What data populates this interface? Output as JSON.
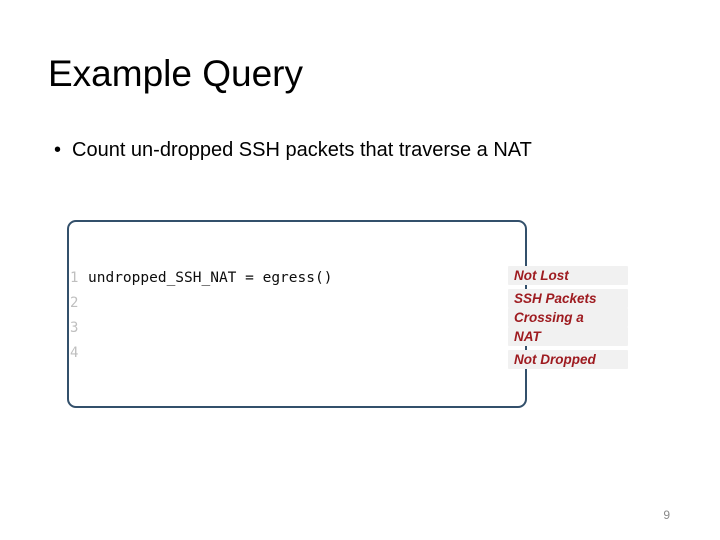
{
  "slide": {
    "title": "Example Query",
    "page_number": "9",
    "bullets": [
      {
        "marker": "•",
        "text": "Count un-dropped SSH packets that traverse a NAT"
      }
    ]
  },
  "code_block": {
    "border_color": "#33506b",
    "gutter_color": "#bfbfbf",
    "text_color": "#0d0d0d",
    "lines": [
      {
        "number": "1",
        "code": "undropped_SSH_NAT = egress()"
      },
      {
        "number": "2",
        "code": ""
      },
      {
        "number": "3",
        "code": ""
      },
      {
        "number": "4",
        "code": ""
      }
    ]
  },
  "annotation": {
    "text_color": "#9e1b20",
    "highlight_color": "#f1f1f1",
    "groups": [
      {
        "lines": [
          "Not Lost"
        ]
      },
      {
        "lines": [
          "SSH Packets",
          "Crossing a",
          "NAT"
        ]
      },
      {
        "lines": [
          "Not Dropped"
        ]
      }
    ]
  }
}
